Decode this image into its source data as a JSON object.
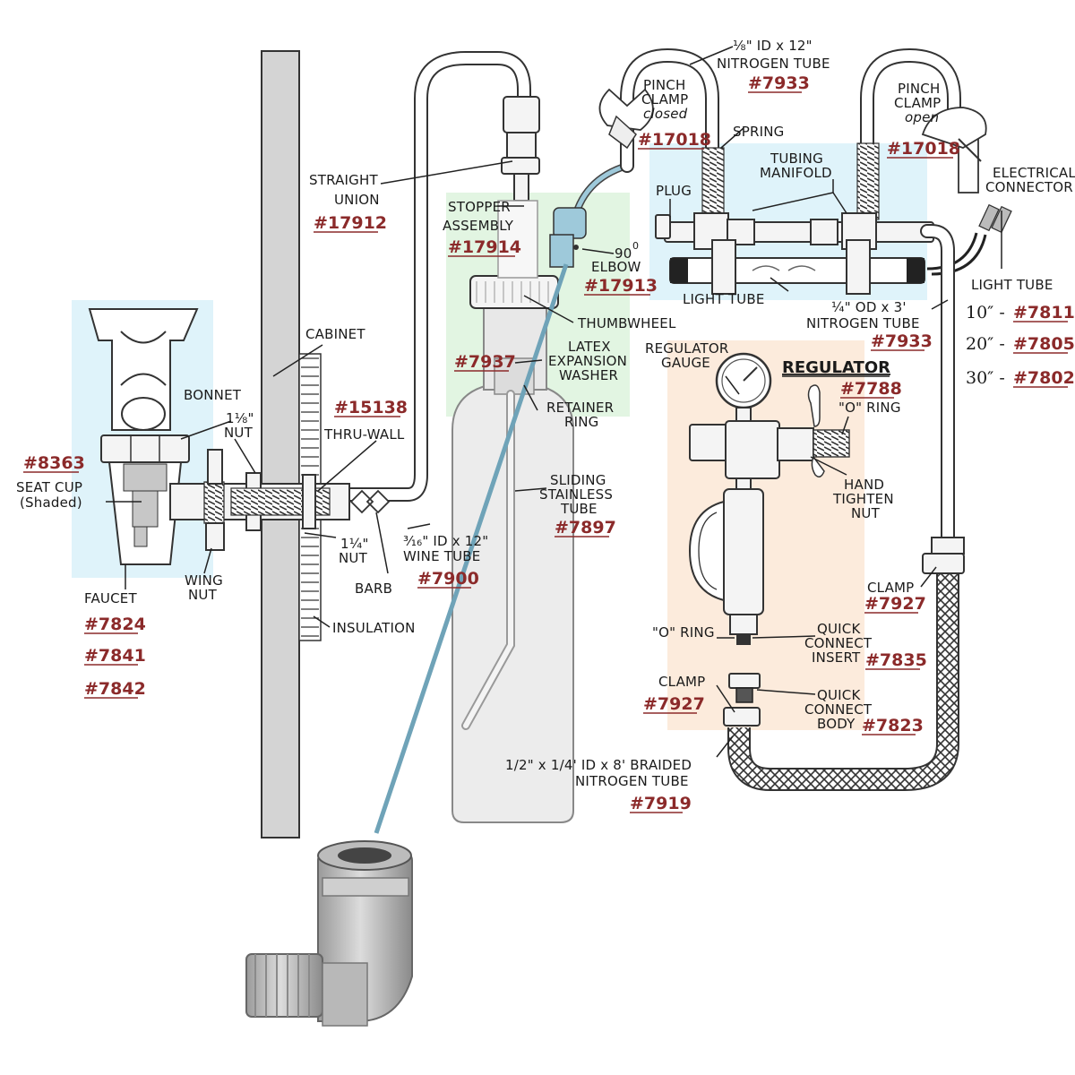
{
  "diagram": {
    "labels": {
      "straight_union": "STRAIGHT",
      "straight_union_2": "UNION",
      "straight_union_pn": "#17912",
      "stopper": "STOPPER",
      "stopper_2": "ASSEMBLY",
      "stopper_pn": "#17914",
      "elbow": "90",
      "elbow_deg": "0",
      "elbow_2": "ELBOW",
      "elbow_pn": "#17913",
      "nitrogen_small": "⅛\" ID x 12\"",
      "nitrogen_small_2": "NITROGEN TUBE",
      "nitrogen_small_pn": "#7933",
      "pinch_closed": "PINCH",
      "pinch_closed_2": "CLAMP",
      "pinch_closed_3": "closed",
      "pinch_closed_pn": "#17018",
      "spring": "SPRING",
      "pinch_open": "PINCH",
      "pinch_open_2": "CLAMP",
      "pinch_open_3": "open",
      "pinch_open_pn": "#17018",
      "tubing_manifold": "TUBING",
      "tubing_manifold_2": "MANIFOLD",
      "plug": "PLUG",
      "electrical": "ELECTRICAL",
      "electrical_2": "CONNECTOR",
      "light_tube_mid": "LIGHT TUBE",
      "light_tube_right": "LIGHT TUBE",
      "len_10": "10″ -",
      "len_10_pn": "#7811",
      "len_20": "20″ -",
      "len_20_pn": "#7805",
      "len_30": "30″ -",
      "len_30_pn": "#7802",
      "nitrogen_large": "¼\" OD x 3'",
      "nitrogen_large_2": "NITROGEN TUBE",
      "nitrogen_large_pn": "#7933",
      "thumbwheel": "THUMBWHEEL",
      "cabinet": "CABINET",
      "bonnet": "BONNET",
      "nut_118": "1⅛\"",
      "nut_118_2": "NUT",
      "thru_wall_pn": "#15138",
      "thru_wall": "THRU-WALL",
      "latex_pn": "#7937",
      "latex": "LATEX",
      "latex_2": "EXPANSION",
      "latex_3": "WASHER",
      "retainer": "RETAINER",
      "retainer_2": "RING",
      "regulator_gauge": "REGULATOR",
      "regulator_gauge_2": "GAUGE",
      "regulator_title": "REGULATOR",
      "regulator_pn": "#7788",
      "o_ring_top": "\"O\" RING",
      "hand_tighten": "HAND",
      "hand_tighten_2": "TIGHTEN",
      "hand_tighten_3": "NUT",
      "seat_cup_pn": "#8363",
      "seat_cup": "SEAT CUP",
      "seat_cup_2": "(Shaded)",
      "sliding": "SLIDING",
      "sliding_2": "STAINLESS",
      "sliding_3": "TUBE",
      "sliding_pn": "#7897",
      "nut_114": "1¼\"",
      "nut_114_2": "NUT",
      "wine_tube": "³⁄₁₆\" ID x 12\"",
      "wine_tube_2": "WINE TUBE",
      "wine_tube_pn": "#7900",
      "faucet": "FAUCET",
      "faucet_pn_1": "#7824",
      "faucet_pn_2": "#7841",
      "faucet_pn_3": "#7842",
      "wing_nut": "WING",
      "wing_nut_2": "NUT",
      "barb": "BARB",
      "insulation": "INSULATION",
      "clamp_right": "CLAMP",
      "clamp_right_pn": "#7927",
      "o_ring_bottom": "\"O\" RING",
      "qc_insert": "QUICK",
      "qc_insert_2": "CONNECT",
      "qc_insert_3": "INSERT",
      "qc_insert_pn": "#7835",
      "clamp_left": "CLAMP",
      "clamp_left_pn": "#7927",
      "qc_body": "QUICK",
      "qc_body_2": "CONNECT",
      "qc_body_3": "BODY",
      "qc_body_pn": "#7823",
      "braided": "1/2\" x 1/4' ID x 8' BRAIDED",
      "braided_2": "NITROGEN TUBE",
      "braided_pn": "#7919"
    },
    "colors": {
      "part_number": "#8b2a2a",
      "highlight_blue": "#dff3fa",
      "highlight_green": "#e2f5e2",
      "highlight_peach": "#fcebdc",
      "leader_blue": "#6fa3b8",
      "elbow_fitting": "#9ec9da"
    }
  }
}
